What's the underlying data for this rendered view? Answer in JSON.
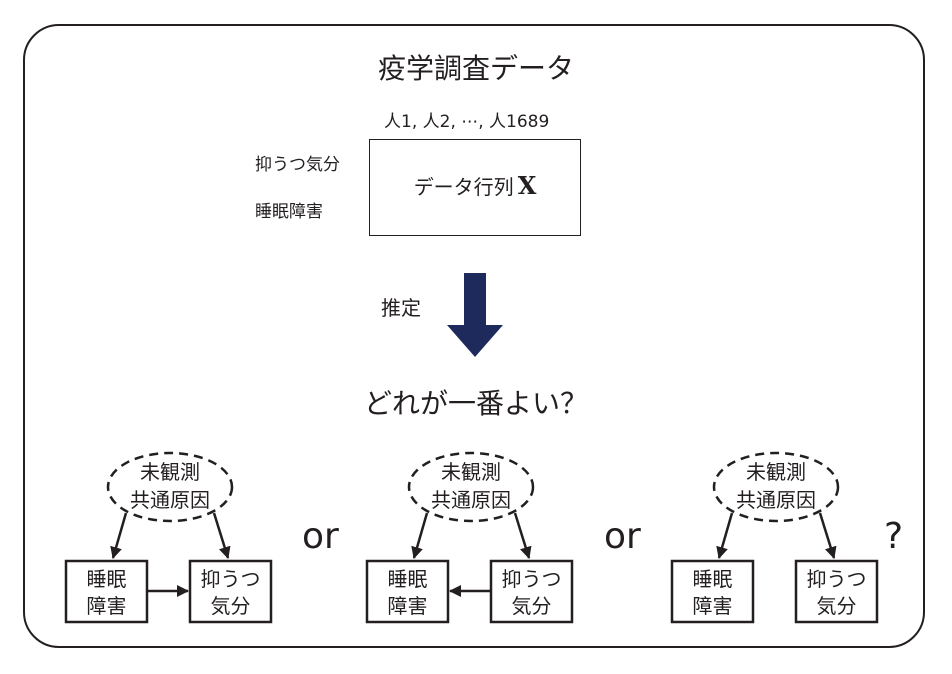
{
  "title": "疫学調査データ",
  "persons_label": "人1, 人2, ⋯, 人1689",
  "variables": [
    "抑うつ気分",
    "睡眠障害"
  ],
  "matrix": {
    "label": "データ行列",
    "symbol": "X"
  },
  "estimate_label": "推定",
  "question": "どれが一番よい？",
  "or_label": "or",
  "final_mark": "?",
  "confounder": {
    "line1": "未観測",
    "line2": "共通原因"
  },
  "sleep_node": {
    "line1": "睡眠",
    "line2": "障害"
  },
  "mood_node": {
    "line1": "抑うつ",
    "line2": "気分"
  },
  "models": [
    {
      "edge_between": "sleep-to-mood"
    },
    {
      "edge_between": "mood-to-sleep"
    },
    {
      "edge_between": "none"
    }
  ],
  "colors": {
    "arrow": "#1f2a5c",
    "ink": "#231f20"
  }
}
